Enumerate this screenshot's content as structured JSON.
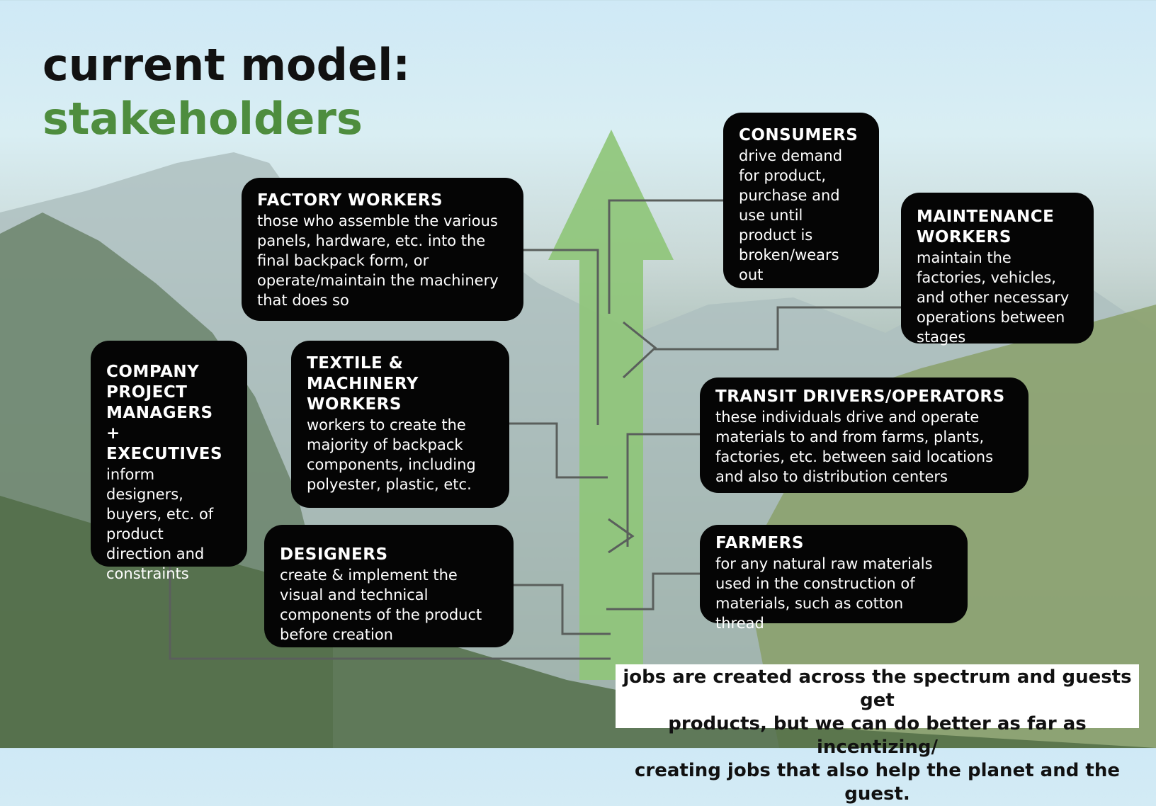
{
  "title": {
    "line1": "current model:",
    "line2": "stakeholders"
  },
  "colors": {
    "arrow": "#8fc57a",
    "title_accent": "#4e8d3e",
    "box": "#050505",
    "connector": "#5a5f5c"
  },
  "boxes": {
    "factory_workers": {
      "heading": "FACTORY WORKERS",
      "desc": "those who assemble the various panels, hardware, etc. into the final backpack form, or operate/maintain the machinery that does so"
    },
    "company_pm": {
      "heading": "COMPANY PROJECT MANAGERS + EXECUTIVES",
      "desc": "inform designers, buyers, etc. of product direction and constraints"
    },
    "textile_workers": {
      "heading": "TEXTILE & MACHINERY WORKERS",
      "desc": "workers to create the majority of backpack components, including polyester, plastic, etc."
    },
    "designers": {
      "heading": "DESIGNERS",
      "desc": "create & implement the visual and technical components of the product before creation"
    },
    "consumers": {
      "heading": "CONSUMERS",
      "desc": "drive demand for product, purchase and use until product is broken/wears out"
    },
    "maintenance": {
      "heading": "MAINTENANCE WORKERS",
      "desc": "maintain the factories, vehicles, and other necessary operations between stages"
    },
    "transit": {
      "heading": "TRANSIT DRIVERS/OPERATORS",
      "desc": "these individuals drive and operate materials to and from farms, plants, factories, etc. between said locations and also to distribution centers"
    },
    "farmers": {
      "heading": "FARMERS",
      "desc": "for any natural raw materials used in the construction of materials, such as cotton thread"
    }
  },
  "note": "jobs are created across the spectrum and guests get\nproducts, but we can do better as  far as incentizing/\ncreating jobs that also help the planet and the guest."
}
